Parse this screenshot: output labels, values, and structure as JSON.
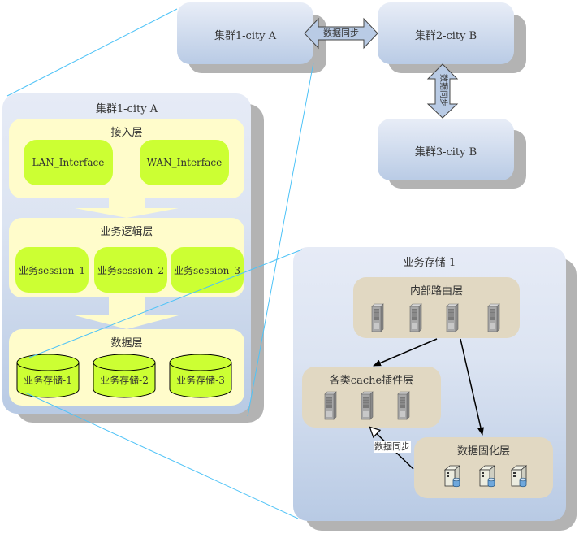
{
  "top_clusters": {
    "cluster1": "集群1-city A",
    "cluster2": "集群2-city B",
    "cluster3": "集群3-city B",
    "sync_h": "数据同步",
    "sync_v": "数据同步"
  },
  "cluster_detail": {
    "title": "集群1-city A",
    "access_layer": {
      "title": "接入层",
      "items": [
        "LAN_Interface",
        "WAN_Interface"
      ]
    },
    "logic_layer": {
      "title": "业务逻辑层",
      "items": [
        "业务session_1",
        "业务session_2",
        "业务session_3"
      ]
    },
    "data_layer": {
      "title": "数据层",
      "items": [
        "业务存储-1",
        "业务存储-2",
        "业务存储-3"
      ]
    }
  },
  "storage_detail": {
    "title": "业务存储-1",
    "routing_layer": {
      "title": "内部路由层",
      "servers": 4
    },
    "cache_layer": {
      "title": "各类cache插件层",
      "servers": 3
    },
    "persist_layer": {
      "title": "数据固化层",
      "servers": 3
    },
    "sync_label": "数据同步"
  },
  "colors": {
    "zoom_line": "#4fc3f7",
    "green": "#ccff33",
    "yellow": "#fffccb",
    "tan": "#e1d8c2",
    "shadow": "#b3b3b3"
  }
}
